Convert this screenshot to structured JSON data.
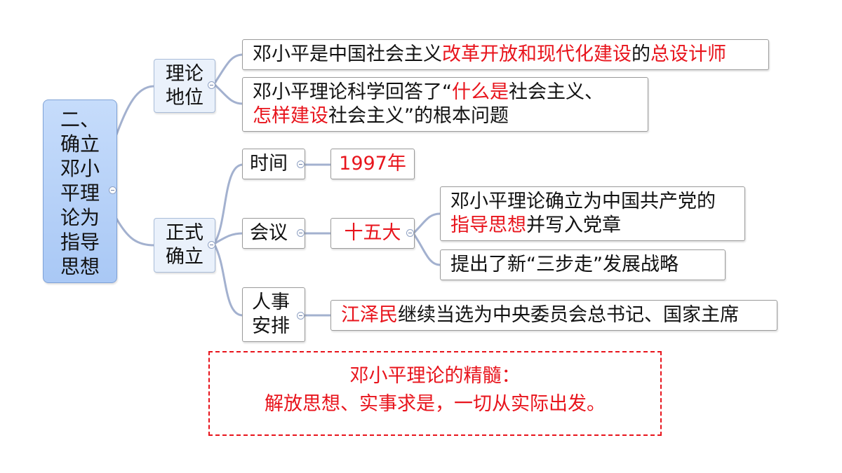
{
  "root": {
    "lines": [
      "二、",
      "确立",
      "邓小",
      "平理",
      "论为",
      "指导",
      "思想"
    ]
  },
  "branch_position": {
    "label_lines": [
      "理论",
      "地位"
    ],
    "item1": {
      "t1": "邓小平是中国社会主义",
      "t2": "改革开放和现代化建设",
      "t3": "的",
      "t4": "总设计师"
    },
    "item2": {
      "l1a": "邓小平理论科学回答了“",
      "l1b": "什么是",
      "l1c": "社会主义、",
      "l2a": "怎样建设",
      "l2b": "社会主义”的根本问题"
    }
  },
  "branch_establish": {
    "label_lines": [
      "正式",
      "确立"
    ],
    "time": {
      "label": "时间",
      "value": "1997年"
    },
    "meeting": {
      "label": "会议",
      "value": "十五大",
      "sub1": {
        "l1": "邓小平理论确立为中国共产党的",
        "l2a": "指导思想",
        "l2b": "并写入党章"
      },
      "sub2": "提出了新“三步走”发展战略"
    },
    "personnel": {
      "label_lines": [
        "人事",
        "安排"
      ],
      "value": {
        "a": "江泽民",
        "b": "继续当选为中央委员会总书记、国家主席"
      }
    }
  },
  "note": {
    "line1": "邓小平理论的精髓：",
    "line2": "解放思想、实事求是，一切从实际出发。"
  },
  "colors": {
    "highlight": "#e8141c",
    "connector": "#a3b1cf",
    "root_fill": "#b3cef7",
    "category_fill": "#eaf1fb"
  }
}
